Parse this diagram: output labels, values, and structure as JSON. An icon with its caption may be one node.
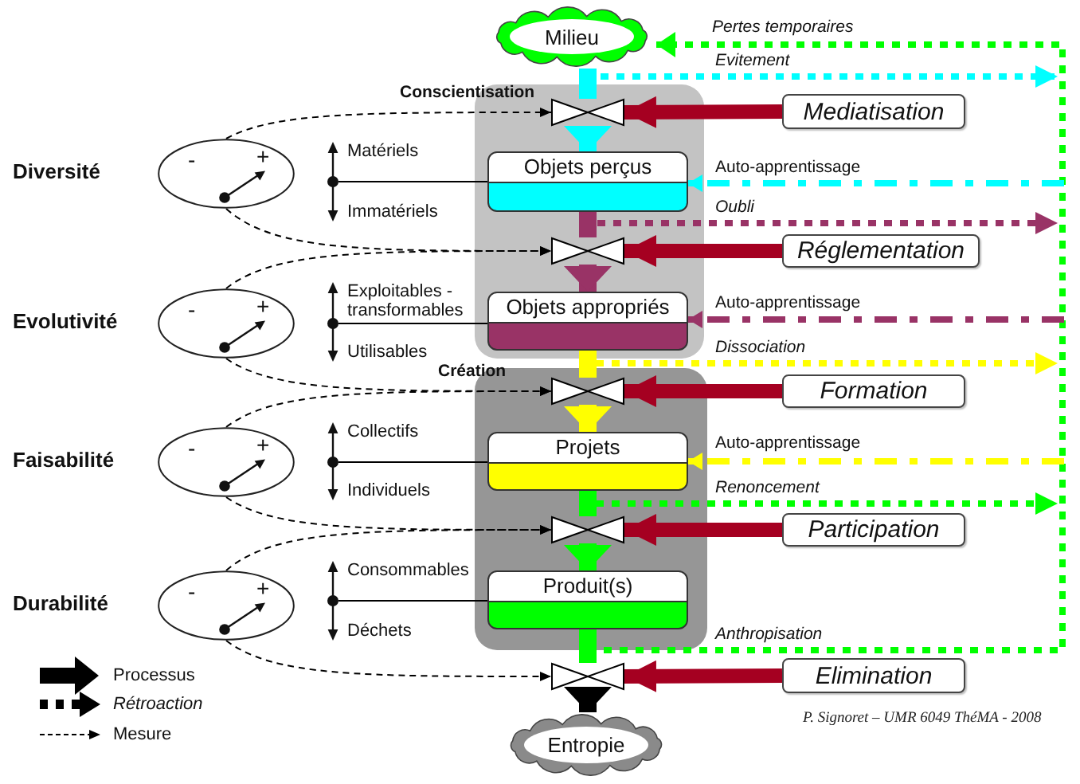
{
  "diagram": {
    "nodes": [
      {
        "text": [
          "Milieu"
        ]
      },
      {
        "text": [],
        "shape": "box"
      },
      {
        "text": [],
        "shape": "valve",
        "in": 1,
        "beside": [
          "Conscientisation"
        ]
      },
      {
        "text": [
          "Objets perçus"
        ],
        "in": 1
      },
      {
        "text": [],
        "shape": "valve",
        "in": 1
      },
      {
        "text": [
          "Objets appropriés"
        ],
        "in": 1
      },
      {
        "text": [],
        "shape": "box"
      },
      {
        "text": [],
        "shape": "valve",
        "in": 6
      },
      {
        "text": [
          "Projets"
        ],
        "in": 6
      },
      {
        "text": [],
        "shape": "valve",
        "in": 6
      },
      {
        "text": [
          "Produit(s)"
        ],
        "in": 6
      },
      {
        "text": [],
        "shape": "valve"
      },
      {
        "text": [
          "Entropie"
        ]
      },
      {
        "text": [
          "Mediatisation"
        ]
      },
      {
        "text": [
          "Réglementation"
        ]
      },
      {
        "text": [
          "Formation"
        ]
      },
      {
        "text": [
          "Participation"
        ]
      },
      {
        "text": [
          "Elimination"
        ]
      },
      {
        "text": [
          "-",
          "+"
        ],
        "beside": [
          "Diversité"
        ]
      },
      {
        "text": [
          "Matériels",
          "Immatériels"
        ]
      },
      {
        "text": [
          "-",
          "+"
        ],
        "beside": [
          "Evolutivité"
        ]
      },
      {
        "text": [
          "Exploitables - transformables",
          "Utilisables"
        ]
      },
      {
        "text": [
          "-",
          "+"
        ],
        "beside": [
          "Faisabilité"
        ]
      },
      {
        "text": [
          "Collectifs",
          "Individuels"
        ]
      },
      {
        "text": [
          "-",
          "+"
        ],
        "beside": [
          "Durabilité"
        ]
      },
      {
        "text": [
          "Consommables",
          "Déchets"
        ]
      }
    ],
    "edges": [
      {
        "from": 0,
        "to": 2,
        "arrow": "none",
        "style": "thick",
        "color": "#00ffff"
      },
      {
        "from": 2,
        "to": 3,
        "arrow": "to",
        "style": "thick",
        "color": "#00ffff"
      },
      {
        "from": 3,
        "to": 4,
        "arrow": "none",
        "style": "thick",
        "color": "#993366"
      },
      {
        "from": 4,
        "to": 5,
        "arrow": "to",
        "style": "thick",
        "color": "#993366"
      },
      {
        "from": 5,
        "to": 7,
        "arrow": "none",
        "style": "thick",
        "color": "#ffff00"
      },
      {
        "from": 7,
        "to": 8,
        "arrow": "to",
        "style": "thick",
        "color": "#ffff00"
      },
      {
        "from": 8,
        "to": 9,
        "arrow": "none",
        "style": "thick",
        "color": "#00ff00"
      },
      {
        "from": 9,
        "to": 10,
        "arrow": "to",
        "style": "thick",
        "color": "#00ff00"
      },
      {
        "from": 10,
        "to": 11,
        "arrow": "none",
        "style": "thick",
        "color": "#00ff00"
      },
      {
        "from": 11,
        "to": 12,
        "arrow": "to",
        "style": "thick"
      },
      {
        "from": 13,
        "to": 2,
        "arrow": "to",
        "style": "thick",
        "color": "#a50021"
      },
      {
        "from": 14,
        "to": 4,
        "arrow": "to",
        "style": "thick",
        "color": "#a50021"
      },
      {
        "from": 15,
        "to": 7,
        "arrow": "to",
        "style": "thick",
        "color": "#a50021"
      },
      {
        "from": 16,
        "to": 9,
        "arrow": "to",
        "style": "thick",
        "color": "#a50021"
      },
      {
        "from": 17,
        "to": 11,
        "arrow": "to",
        "style": "thick",
        "color": "#a50021"
      },
      {
        "from": 0,
        "to": null,
        "arrow": "to",
        "label": "Evitement",
        "style": "dashed",
        "color": "#00ffff"
      },
      {
        "from": 3,
        "to": null,
        "arrow": "to",
        "label": "Oubli",
        "style": "dashed",
        "color": "#993366"
      },
      {
        "from": 5,
        "to": null,
        "arrow": "to",
        "label": "Dissociation",
        "style": "dashed",
        "color": "#ffff00"
      },
      {
        "from": 8,
        "to": 0,
        "arrow": "to",
        "label": "Renoncement",
        "style": "dashed",
        "color": "#00ff00"
      },
      {
        "from": 10,
        "to": 0,
        "arrow": "to",
        "label": "Anthropisation",
        "style": "dashed",
        "color": "#00ff00"
      },
      {
        "from": null,
        "to": 3,
        "arrow": "to",
        "label": "Auto-apprentissage",
        "style": "dashed",
        "color": "#00ffff"
      },
      {
        "from": null,
        "to": 5,
        "arrow": "to",
        "label": "Auto-apprentissage",
        "style": "dashed",
        "color": "#993366"
      },
      {
        "from": null,
        "to": 8,
        "arrow": "to",
        "label": "Auto-apprentissage",
        "style": "dashed",
        "color": "#ffff00"
      },
      {
        "from": 18,
        "to": 2,
        "arrow": "to",
        "style": "dashed"
      },
      {
        "from": 18,
        "to": 4,
        "arrow": "to",
        "style": "dashed"
      },
      {
        "from": 20,
        "to": 4,
        "arrow": "to",
        "style": "dashed"
      },
      {
        "from": 20,
        "to": 7,
        "arrow": "to",
        "style": "dashed"
      },
      {
        "from": 22,
        "to": 7,
        "arrow": "to",
        "style": "dashed"
      },
      {
        "from": 22,
        "to": 9,
        "arrow": "to",
        "style": "dashed"
      },
      {
        "from": 24,
        "to": 9,
        "arrow": "to",
        "style": "dashed"
      },
      {
        "from": 24,
        "to": 11,
        "arrow": "to",
        "style": "dashed"
      },
      {
        "from": 19,
        "to": 3,
        "arrow": "none"
      },
      {
        "from": 21,
        "to": 5,
        "arrow": "none"
      },
      {
        "from": 23,
        "to": 8,
        "arrow": "none"
      },
      {
        "from": 25,
        "to": 10,
        "arrow": "none"
      }
    ],
    "labels": [
      "Pertes temporaires",
      "Création",
      "P. Signoret – UMR 6049 ThéMA - 2008"
    ],
    "legend": [
      {
        "text": "Processus"
      },
      {
        "text": "Rétroaction"
      },
      {
        "text": "Mesure"
      }
    ]
  }
}
